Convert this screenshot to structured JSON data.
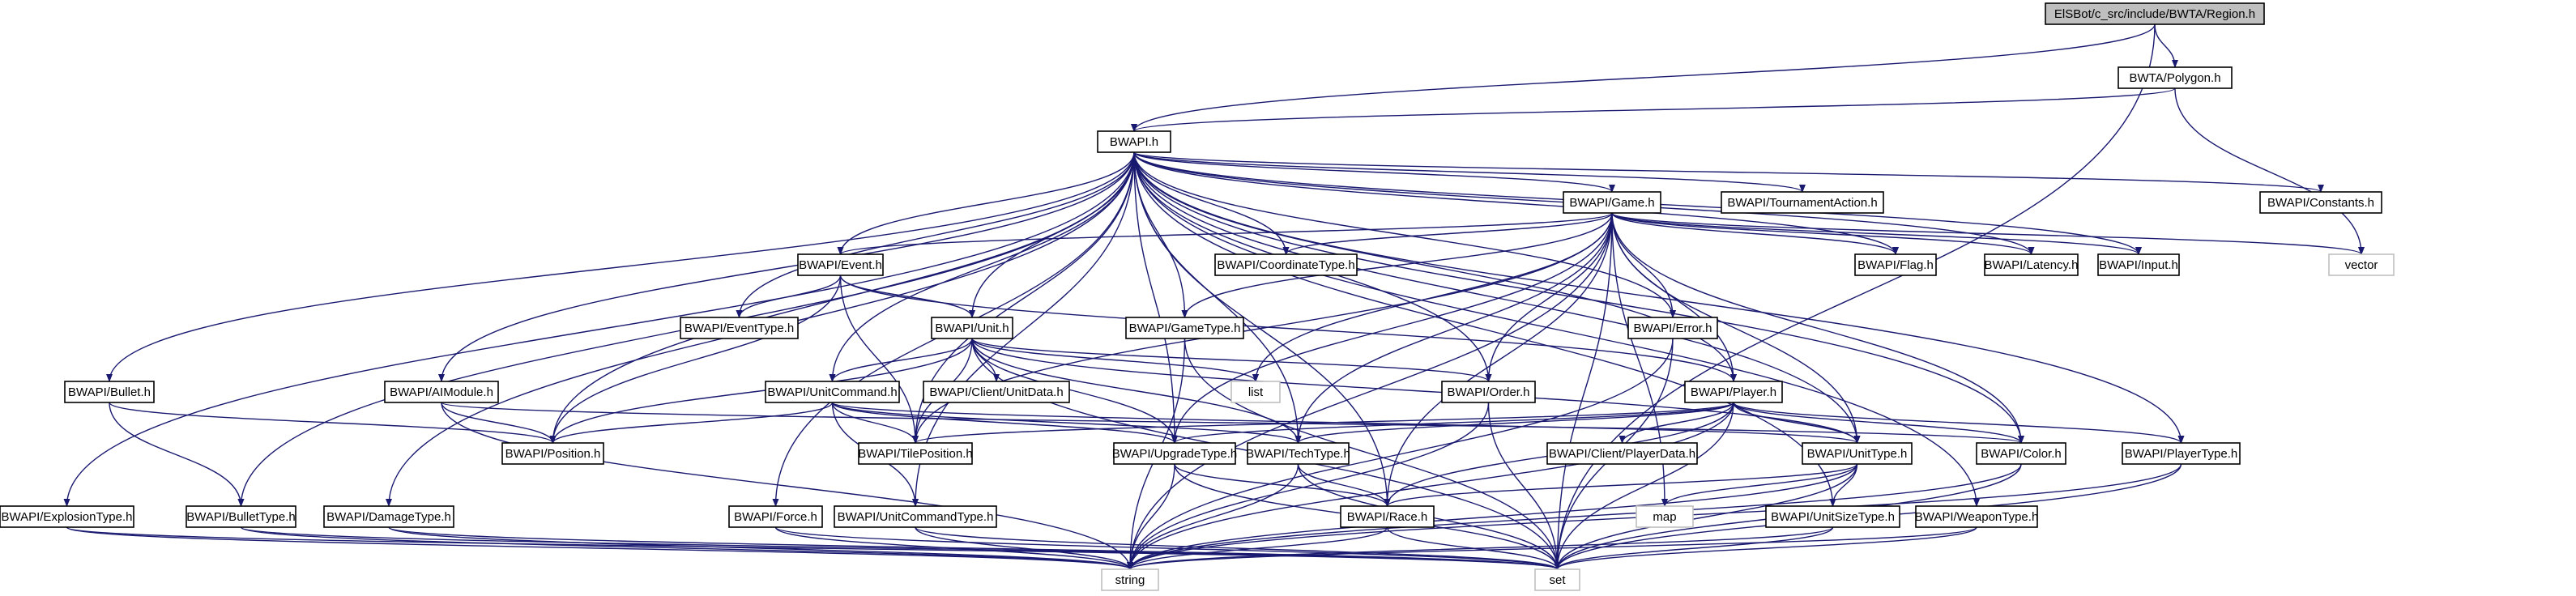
{
  "diagram": {
    "root": "ElSBot/c_src/include/BWTA/Region.h",
    "colors": {
      "edge": "#191970",
      "focus_fill": "#bfbfbf",
      "system_border": "#bfbfbf"
    },
    "nodes": [
      {
        "id": "region",
        "label": "ElSBot/c_src/include/BWTA/Region.h"
      },
      {
        "id": "polygon",
        "label": "BWTA/Polygon.h"
      },
      {
        "id": "bwapi",
        "label": "BWAPI.h"
      },
      {
        "id": "game",
        "label": "BWAPI/Game.h"
      },
      {
        "id": "tournament",
        "label": "BWAPI/TournamentAction.h"
      },
      {
        "id": "constants",
        "label": "BWAPI/Constants.h"
      },
      {
        "id": "event",
        "label": "BWAPI/Event.h"
      },
      {
        "id": "coordtype",
        "label": "BWAPI/CoordinateType.h"
      },
      {
        "id": "flag",
        "label": "BWAPI/Flag.h"
      },
      {
        "id": "latency",
        "label": "BWAPI/Latency.h"
      },
      {
        "id": "input",
        "label": "BWAPI/Input.h"
      },
      {
        "id": "vector",
        "label": "vector"
      },
      {
        "id": "eventtype",
        "label": "BWAPI/EventType.h"
      },
      {
        "id": "unit",
        "label": "BWAPI/Unit.h"
      },
      {
        "id": "gametype",
        "label": "BWAPI/GameType.h"
      },
      {
        "id": "error",
        "label": "BWAPI/Error.h"
      },
      {
        "id": "bullet",
        "label": "BWAPI/Bullet.h"
      },
      {
        "id": "aimodule",
        "label": "BWAPI/AIModule.h"
      },
      {
        "id": "unitcommand",
        "label": "BWAPI/UnitCommand.h"
      },
      {
        "id": "clientunitdata",
        "label": "BWAPI/Client/UnitData.h"
      },
      {
        "id": "list",
        "label": "list"
      },
      {
        "id": "order",
        "label": "BWAPI/Order.h"
      },
      {
        "id": "player",
        "label": "BWAPI/Player.h"
      },
      {
        "id": "position",
        "label": "BWAPI/Position.h"
      },
      {
        "id": "tileposition",
        "label": "BWAPI/TilePosition.h"
      },
      {
        "id": "upgradetype",
        "label": "BWAPI/UpgradeType.h"
      },
      {
        "id": "techtype",
        "label": "BWAPI/TechType.h"
      },
      {
        "id": "clientplayer",
        "label": "BWAPI/Client/PlayerData.h"
      },
      {
        "id": "unittype",
        "label": "BWAPI/UnitType.h"
      },
      {
        "id": "color",
        "label": "BWAPI/Color.h"
      },
      {
        "id": "playertype",
        "label": "BWAPI/PlayerType.h"
      },
      {
        "id": "explosiontype",
        "label": "BWAPI/ExplosionType.h"
      },
      {
        "id": "bullettype",
        "label": "BWAPI/BulletType.h"
      },
      {
        "id": "damagetype",
        "label": "BWAPI/DamageType.h"
      },
      {
        "id": "force",
        "label": "BWAPI/Force.h"
      },
      {
        "id": "unitcmdtype",
        "label": "BWAPI/UnitCommandType.h"
      },
      {
        "id": "race",
        "label": "BWAPI/Race.h"
      },
      {
        "id": "map",
        "label": "map"
      },
      {
        "id": "unitsizetype",
        "label": "BWAPI/UnitSizeType.h"
      },
      {
        "id": "weapontype",
        "label": "BWAPI/WeaponType.h"
      },
      {
        "id": "string",
        "label": "string"
      },
      {
        "id": "set",
        "label": "set"
      }
    ],
    "edges": [
      [
        "region",
        "polygon"
      ],
      [
        "region",
        "bwapi"
      ],
      [
        "region",
        "set"
      ],
      [
        "polygon",
        "bwapi"
      ],
      [
        "polygon",
        "vector"
      ],
      [
        "bwapi",
        "game"
      ],
      [
        "bwapi",
        "tournament"
      ],
      [
        "bwapi",
        "constants"
      ],
      [
        "bwapi",
        "event"
      ],
      [
        "bwapi",
        "coordtype"
      ],
      [
        "bwapi",
        "flag"
      ],
      [
        "bwapi",
        "latency"
      ],
      [
        "bwapi",
        "input"
      ],
      [
        "bwapi",
        "eventtype"
      ],
      [
        "bwapi",
        "unit"
      ],
      [
        "bwapi",
        "gametype"
      ],
      [
        "bwapi",
        "error"
      ],
      [
        "bwapi",
        "bullet"
      ],
      [
        "bwapi",
        "aimodule"
      ],
      [
        "bwapi",
        "unitcommand"
      ],
      [
        "bwapi",
        "order"
      ],
      [
        "bwapi",
        "player"
      ],
      [
        "bwapi",
        "position"
      ],
      [
        "bwapi",
        "tileposition"
      ],
      [
        "bwapi",
        "upgradetype"
      ],
      [
        "bwapi",
        "techtype"
      ],
      [
        "bwapi",
        "unittype"
      ],
      [
        "bwapi",
        "color"
      ],
      [
        "bwapi",
        "playertype"
      ],
      [
        "bwapi",
        "explosiontype"
      ],
      [
        "bwapi",
        "bullettype"
      ],
      [
        "bwapi",
        "damagetype"
      ],
      [
        "bwapi",
        "force"
      ],
      [
        "bwapi",
        "unitcmdtype"
      ],
      [
        "bwapi",
        "race"
      ],
      [
        "bwapi",
        "unitsizetype"
      ],
      [
        "bwapi",
        "weapontype"
      ],
      [
        "game",
        "event"
      ],
      [
        "game",
        "coordtype"
      ],
      [
        "game",
        "flag"
      ],
      [
        "game",
        "latency"
      ],
      [
        "game",
        "input"
      ],
      [
        "game",
        "vector"
      ],
      [
        "game",
        "gametype"
      ],
      [
        "game",
        "error"
      ],
      [
        "game",
        "list"
      ],
      [
        "game",
        "order"
      ],
      [
        "game",
        "player"
      ],
      [
        "game",
        "tileposition"
      ],
      [
        "game",
        "upgradetype"
      ],
      [
        "game",
        "techtype"
      ],
      [
        "game",
        "unittype"
      ],
      [
        "game",
        "color"
      ],
      [
        "game",
        "race"
      ],
      [
        "game",
        "map"
      ],
      [
        "game",
        "set"
      ],
      [
        "game",
        "string"
      ],
      [
        "event",
        "eventtype"
      ],
      [
        "event",
        "unit"
      ],
      [
        "event",
        "player"
      ],
      [
        "event",
        "position"
      ],
      [
        "event",
        "tileposition"
      ],
      [
        "unit",
        "unitcommand"
      ],
      [
        "unit",
        "clientunitdata"
      ],
      [
        "unit",
        "list"
      ],
      [
        "unit",
        "order"
      ],
      [
        "unit",
        "position"
      ],
      [
        "unit",
        "tileposition"
      ],
      [
        "unit",
        "upgradetype"
      ],
      [
        "unit",
        "techtype"
      ],
      [
        "unit",
        "unittype"
      ],
      [
        "unit",
        "set"
      ],
      [
        "gametype",
        "string"
      ],
      [
        "gametype",
        "set"
      ],
      [
        "error",
        "string"
      ],
      [
        "error",
        "set"
      ],
      [
        "bullet",
        "bullettype"
      ],
      [
        "bullet",
        "position"
      ],
      [
        "aimodule",
        "position"
      ],
      [
        "aimodule",
        "color"
      ],
      [
        "aimodule",
        "string"
      ],
      [
        "unitcommand",
        "position"
      ],
      [
        "unitcommand",
        "tileposition"
      ],
      [
        "unitcommand",
        "upgradetype"
      ],
      [
        "unitcommand",
        "techtype"
      ],
      [
        "unitcommand",
        "unittype"
      ],
      [
        "unitcommand",
        "unitcmdtype"
      ],
      [
        "order",
        "string"
      ],
      [
        "order",
        "set"
      ],
      [
        "player",
        "tileposition"
      ],
      [
        "player",
        "upgradetype"
      ],
      [
        "player",
        "techtype"
      ],
      [
        "player",
        "clientplayer"
      ],
      [
        "player",
        "unittype"
      ],
      [
        "player",
        "color"
      ],
      [
        "player",
        "playertype"
      ],
      [
        "player",
        "race"
      ],
      [
        "player",
        "string"
      ],
      [
        "player",
        "set"
      ],
      [
        "upgradetype",
        "race"
      ],
      [
        "upgradetype",
        "string"
      ],
      [
        "upgradetype",
        "set"
      ],
      [
        "techtype",
        "race"
      ],
      [
        "techtype",
        "string"
      ],
      [
        "techtype",
        "set"
      ],
      [
        "unittype",
        "race"
      ],
      [
        "unittype",
        "map"
      ],
      [
        "unittype",
        "unitsizetype"
      ],
      [
        "unittype",
        "string"
      ],
      [
        "unittype",
        "set"
      ],
      [
        "color",
        "string"
      ],
      [
        "color",
        "set"
      ],
      [
        "playertype",
        "string"
      ],
      [
        "playertype",
        "set"
      ],
      [
        "explosiontype",
        "string"
      ],
      [
        "explosiontype",
        "set"
      ],
      [
        "bullettype",
        "string"
      ],
      [
        "bullettype",
        "set"
      ],
      [
        "damagetype",
        "string"
      ],
      [
        "damagetype",
        "set"
      ],
      [
        "force",
        "string"
      ],
      [
        "force",
        "set"
      ],
      [
        "unitcmdtype",
        "string"
      ],
      [
        "unitcmdtype",
        "set"
      ],
      [
        "race",
        "string"
      ],
      [
        "race",
        "set"
      ],
      [
        "unitsizetype",
        "string"
      ],
      [
        "unitsizetype",
        "set"
      ],
      [
        "weapontype",
        "string"
      ],
      [
        "weapontype",
        "set"
      ]
    ]
  }
}
